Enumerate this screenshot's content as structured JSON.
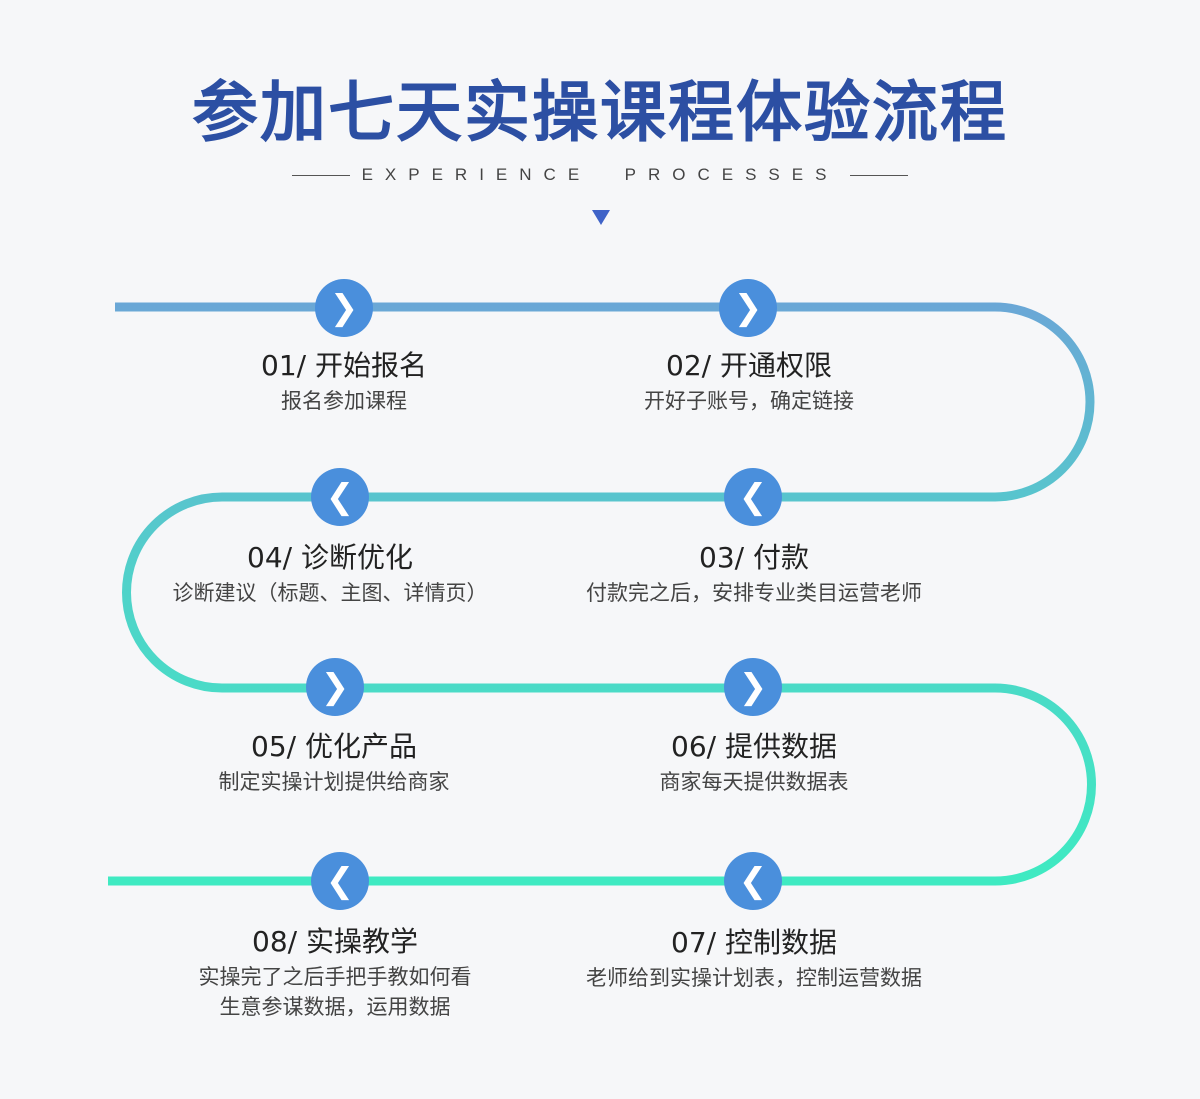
{
  "header": {
    "title": "参加七天实操课程体验流程",
    "subtitle": "EXPERIENCE  PROCESSES"
  },
  "icons": {
    "right": "chevron-right-icon",
    "left": "chevron-left-icon",
    "down": "triangle-down-icon"
  },
  "colors": {
    "title": "#2c4fa3",
    "node": "#4a8fdc",
    "path_start": "#6aa7d6",
    "path_end": "#3feac2"
  },
  "glyphs": {
    "right": "❯",
    "left": "❮"
  },
  "steps": [
    {
      "title": "01/ 开始报名",
      "desc": "报名参加课程",
      "dir": "right"
    },
    {
      "title": "02/ 开通权限",
      "desc": "开好子账号，确定链接",
      "dir": "right"
    },
    {
      "title": "03/ 付款",
      "desc": "付款完之后，安排专业类目运营老师",
      "dir": "left"
    },
    {
      "title": "04/ 诊断优化",
      "desc": "诊断建议（标题、主图、详情页）",
      "dir": "left"
    },
    {
      "title": "05/ 优化产品",
      "desc": "制定实操计划提供给商家",
      "dir": "right"
    },
    {
      "title": "06/ 提供数据",
      "desc": "商家每天提供数据表",
      "dir": "right"
    },
    {
      "title": "07/ 控制数据",
      "desc": "老师给到实操计划表，控制运营数据",
      "dir": "left"
    },
    {
      "title": "08/ 实操教学",
      "desc": "实操完了之后手把手教如何看",
      "desc2": "生意参谋数据，运用数据",
      "dir": "left"
    }
  ]
}
